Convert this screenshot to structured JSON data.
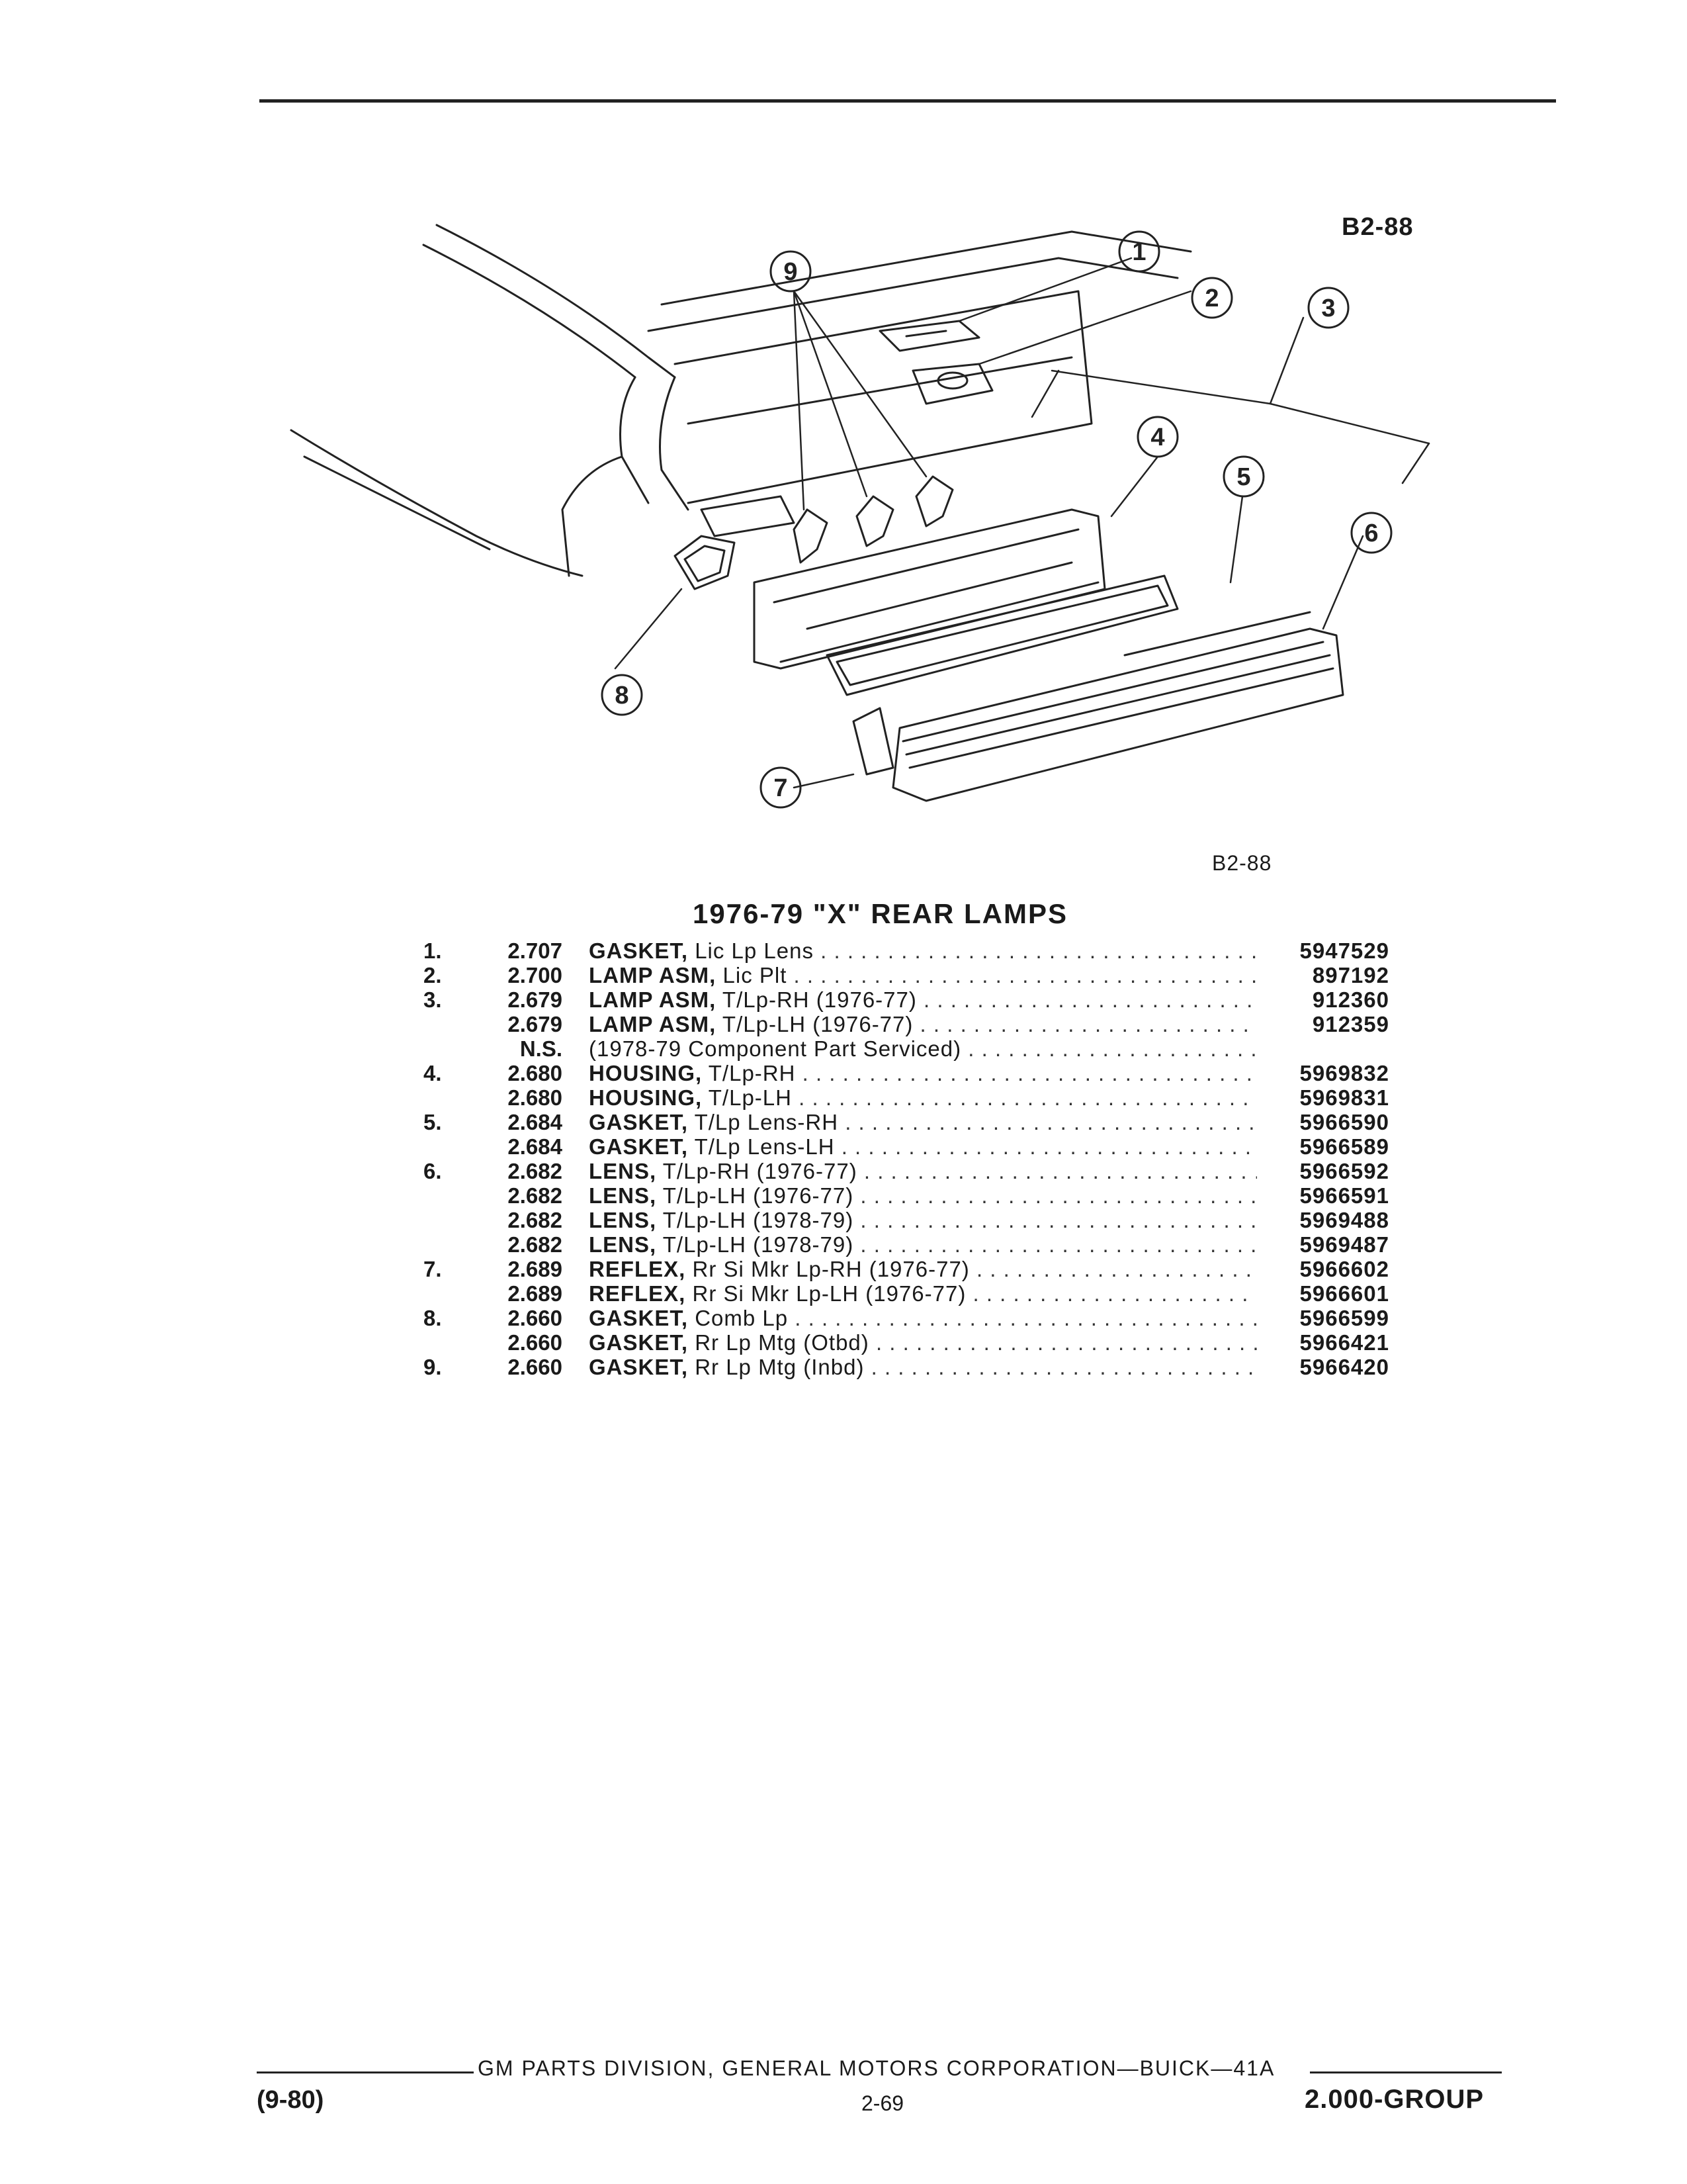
{
  "figure": {
    "code_top": "B2-88",
    "code_bottom": "B2-88"
  },
  "callouts": [
    "1",
    "2",
    "3",
    "4",
    "5",
    "6",
    "7",
    "8",
    "9"
  ],
  "title": "1976-79 \"X\" REAR LAMPS",
  "parts": [
    {
      "num": "1.",
      "group": "2.707",
      "name": "GASKET,",
      "desc": "Lic Lp Lens",
      "part": "5947529"
    },
    {
      "num": "2.",
      "group": "2.700",
      "name": "LAMP ASM,",
      "desc": "Lic Plt",
      "part": "897192"
    },
    {
      "num": "3.",
      "group": "2.679",
      "name": "LAMP ASM,",
      "desc": "T/Lp-RH (1976-77)",
      "part": "912360"
    },
    {
      "num": "",
      "group": "2.679",
      "name": "LAMP ASM,",
      "desc": "T/Lp-LH (1976-77)",
      "part": "912359"
    },
    {
      "num": "",
      "group": "N.S.",
      "name": "",
      "desc": "(1978-79 Component Part Serviced)",
      "part": ""
    },
    {
      "num": "4.",
      "group": "2.680",
      "name": "HOUSING,",
      "desc": "T/Lp-RH",
      "part": "5969832"
    },
    {
      "num": "",
      "group": "2.680",
      "name": "HOUSING,",
      "desc": "T/Lp-LH",
      "part": "5969831"
    },
    {
      "num": "5.",
      "group": "2.684",
      "name": "GASKET,",
      "desc": "T/Lp Lens-RH",
      "part": "5966590"
    },
    {
      "num": "",
      "group": "2.684",
      "name": "GASKET,",
      "desc": "T/Lp Lens-LH",
      "part": "5966589"
    },
    {
      "num": "6.",
      "group": "2.682",
      "name": "LENS,",
      "desc": "T/Lp-RH (1976-77)",
      "part": "5966592"
    },
    {
      "num": "",
      "group": "2.682",
      "name": "LENS,",
      "desc": "T/Lp-LH (1976-77)",
      "part": "5966591"
    },
    {
      "num": "",
      "group": "2.682",
      "name": "LENS,",
      "desc": "T/Lp-LH (1978-79)",
      "part": "5969488"
    },
    {
      "num": "",
      "group": "2.682",
      "name": "LENS,",
      "desc": "T/Lp-LH (1978-79)",
      "part": "5969487"
    },
    {
      "num": "7.",
      "group": "2.689",
      "name": "REFLEX,",
      "desc": "Rr Si Mkr Lp-RH (1976-77)",
      "part": "5966602"
    },
    {
      "num": "",
      "group": "2.689",
      "name": "REFLEX,",
      "desc": "Rr Si Mkr Lp-LH (1976-77)",
      "part": "5966601"
    },
    {
      "num": "8.",
      "group": "2.660",
      "name": "GASKET,",
      "desc": "Comb Lp",
      "part": "5966599"
    },
    {
      "num": "",
      "group": "2.660",
      "name": "GASKET,",
      "desc": "Rr Lp Mtg (Otbd)",
      "part": "5966421"
    },
    {
      "num": "9.",
      "group": "2.660",
      "name": "GASKET,",
      "desc": "Rr Lp Mtg (Inbd)",
      "part": "5966420"
    }
  ],
  "footer": {
    "division": "GM PARTS DIVISION, GENERAL MOTORS CORPORATION—BUICK—41A",
    "date": "(9-80)",
    "page": "2-69",
    "group": "2.000-GROUP"
  }
}
